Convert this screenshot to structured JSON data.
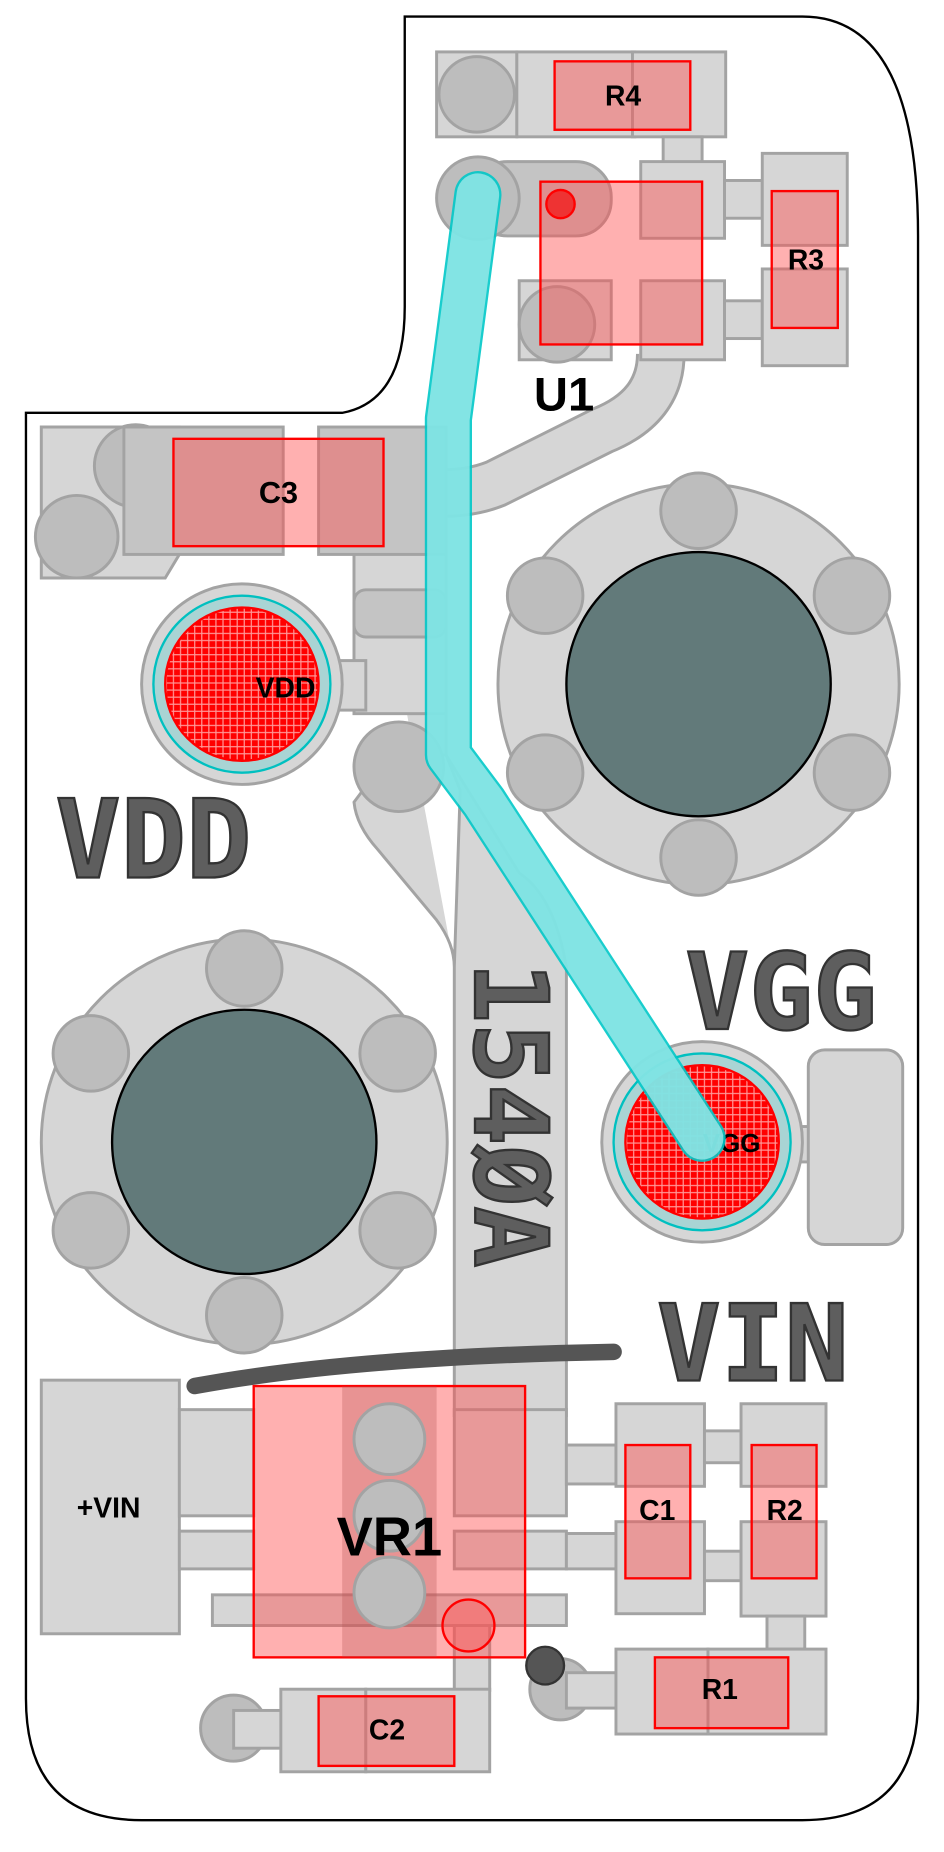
{
  "title": "PCB layout",
  "components": {
    "r4": "R4",
    "r3": "R3",
    "u1": "U1",
    "c3": "C3",
    "c1": "C1",
    "r2": "R2",
    "r1": "R1",
    "c2": "C2",
    "vr1": "VR1"
  },
  "pads": {
    "vdd": "VDD",
    "vgg": "VGG",
    "vin": "+VIN"
  },
  "silkscreen": {
    "vdd": "VDD",
    "vgg": "VGG",
    "vin": "VIN",
    "part": "154ØA"
  },
  "colors": {
    "component": "#ff0000",
    "trace": "#00c8c8",
    "pad": "#d6d6d6",
    "hole": "#627a7a",
    "silk": "#5e5e5e"
  }
}
